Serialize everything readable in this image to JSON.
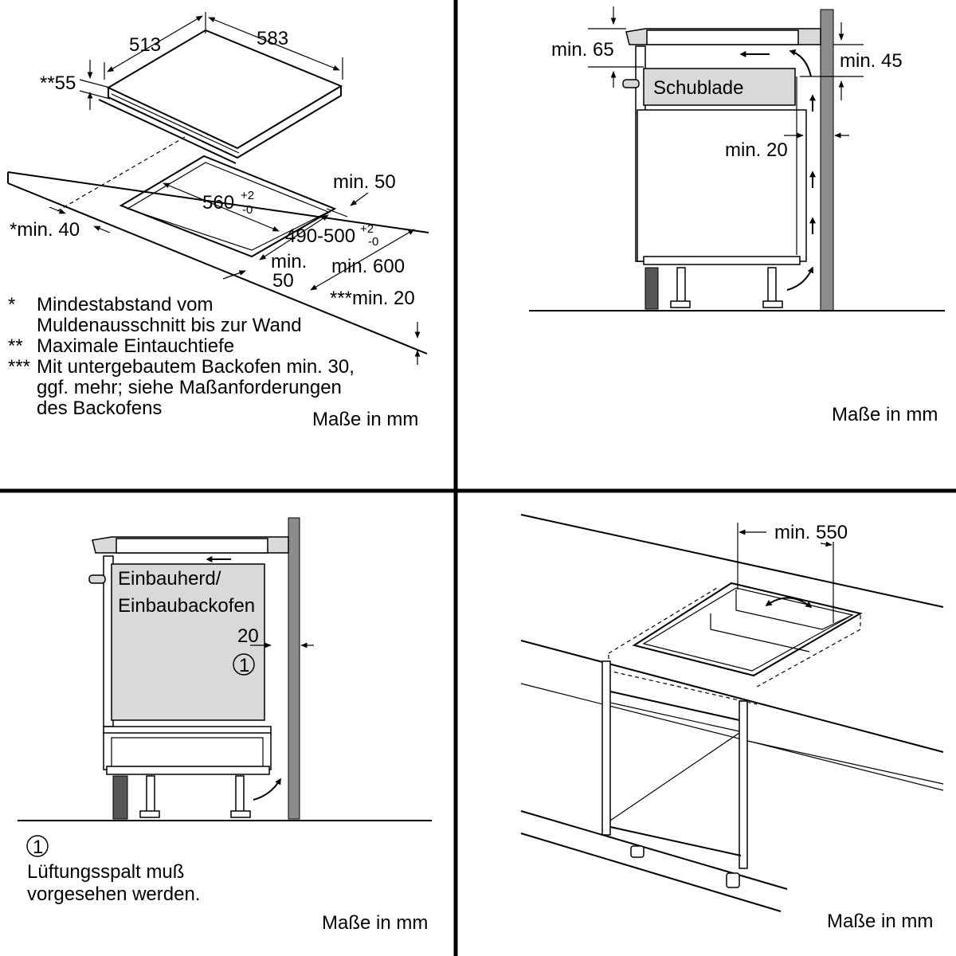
{
  "panel1": {
    "dim_513": "513",
    "dim_583": "583",
    "dim_55": "**55",
    "cutout_w": "560",
    "cutout_w_tol_plus": "+2",
    "cutout_w_tol_minus": "-0",
    "cutout_d": "490-500",
    "cutout_d_tol_plus": "+2",
    "cutout_d_tol_minus": "-0",
    "min50_back": "min. 50",
    "min40_side": "*min. 40",
    "min50_front_a": "min.",
    "min50_front_b": "50",
    "min600": "min. 600",
    "min20_thickness": "***min. 20",
    "notes": [
      {
        "mark": "*",
        "lines": [
          "Mindestabstand vom",
          "Muldenausschnitt bis zur Wand"
        ]
      },
      {
        "mark": "**",
        "lines": [
          "Maximale Eintauchtiefe"
        ]
      },
      {
        "mark": "***",
        "lines": [
          "Mit untergebautem Backofen min. 30,",
          "ggf. mehr; siehe Maßanforderungen",
          "des Backofens"
        ]
      }
    ],
    "units": "Maße in mm"
  },
  "panel2": {
    "min65": "min. 65",
    "min45": "min. 45",
    "drawer": "Schublade",
    "min20": "min. 20",
    "units": "Maße in mm"
  },
  "panel3": {
    "oven_line1": "Einbauherd/",
    "oven_line2": "Einbaubackofen",
    "gap": "20",
    "marker": "1",
    "note_marker": "1",
    "note_line1": "Lüftungsspalt muß",
    "note_line2": "vorgesehen werden.",
    "units": "Maße in mm"
  },
  "panel4": {
    "min550": "min. 550",
    "units": "Maße in mm"
  }
}
